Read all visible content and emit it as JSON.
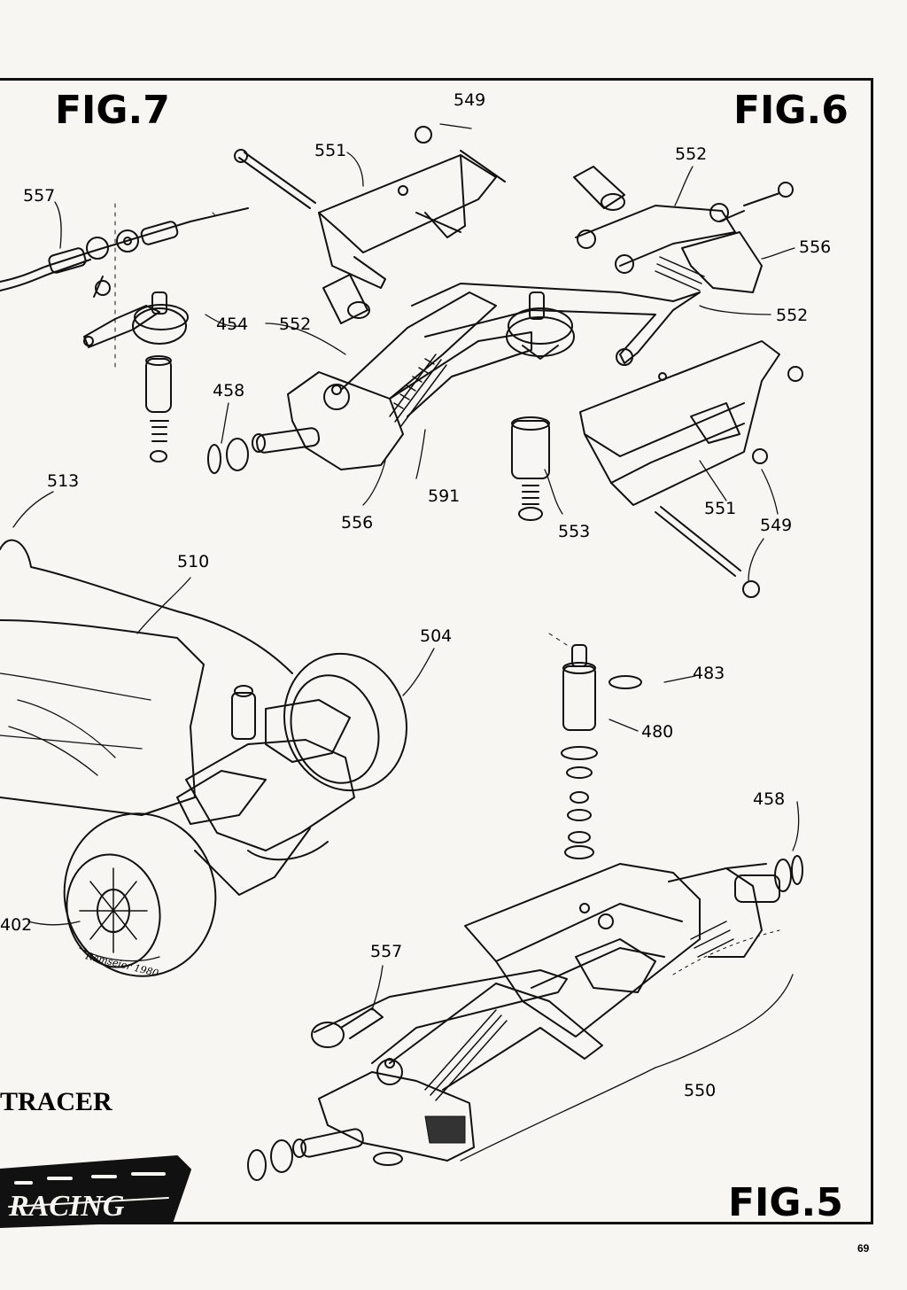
{
  "figures": {
    "fig7": "FIG.7",
    "fig6": "FIG.6",
    "fig5": "FIG.5"
  },
  "part_labels": [
    {
      "id": "p549a",
      "text": "549"
    },
    {
      "id": "p551a",
      "text": "551"
    },
    {
      "id": "p552a",
      "text": "552"
    },
    {
      "id": "p557a",
      "text": "557"
    },
    {
      "id": "p556a",
      "text": "556"
    },
    {
      "id": "p454",
      "text": "454"
    },
    {
      "id": "p552b",
      "text": "552"
    },
    {
      "id": "p552c",
      "text": "552"
    },
    {
      "id": "p458a",
      "text": "458"
    },
    {
      "id": "p513",
      "text": "513"
    },
    {
      "id": "p591",
      "text": "591"
    },
    {
      "id": "p556b",
      "text": "556"
    },
    {
      "id": "p551b",
      "text": "551"
    },
    {
      "id": "p553",
      "text": "553"
    },
    {
      "id": "p549b",
      "text": "549"
    },
    {
      "id": "p510",
      "text": "510"
    },
    {
      "id": "p504",
      "text": "504"
    },
    {
      "id": "p483",
      "text": "483"
    },
    {
      "id": "p480",
      "text": "480"
    },
    {
      "id": "p458b",
      "text": "458"
    },
    {
      "id": "p402",
      "text": "402"
    },
    {
      "id": "p557b",
      "text": "557"
    },
    {
      "id": "p550",
      "text": "550"
    }
  ],
  "brand": {
    "tracer": "TRACER",
    "racing": "RACING",
    "signature": "Ramseier 1980"
  },
  "page_number": "69"
}
